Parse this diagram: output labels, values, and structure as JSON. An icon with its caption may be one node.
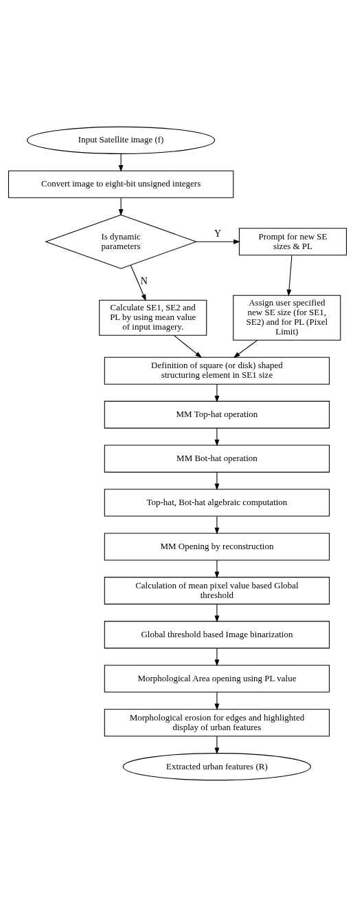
{
  "diagram": {
    "nodes": [
      {
        "text": [
          "Input Satellite image (f)"
        ]
      },
      {
        "text": [
          "Convert image to eight-bit unsigned integers"
        ]
      },
      {
        "text": [
          "Is dynamic parameters"
        ]
      },
      {
        "text": [
          "Prompt for new SE sizes & PL"
        ]
      },
      {
        "text": [
          "Calculate SE1, SE2 and PL by using mean value of input imagery."
        ]
      },
      {
        "text": [
          "Assign user specified new SE size (for SE1, SE2) and for PL (Pixel Limit)"
        ]
      },
      {
        "text": [
          "Definition of square (or disk) shaped structuring element in SE1 size"
        ]
      },
      {
        "text": [
          "MM Top-hat operation"
        ]
      },
      {
        "text": [
          "MM Bot-hat operation"
        ]
      },
      {
        "text": [
          "Top-hat, Bot-hat algebraic computation"
        ]
      },
      {
        "text": [
          "MM Opening by reconstruction"
        ]
      },
      {
        "text": [
          "Calculation of mean pixel value based Global threshold"
        ]
      },
      {
        "text": [
          "Global threshold based Image binarization"
        ]
      },
      {
        "text": [
          "Morphological Area opening using PL value"
        ]
      },
      {
        "text": [
          "Morphological erosion for edges and highlighted display of urban features"
        ]
      },
      {
        "text": [
          "Extracted urban features (R)"
        ]
      }
    ],
    "edges": [
      {
        "from": 0,
        "to": 1,
        "arrow": "to"
      },
      {
        "from": 1,
        "to": 2,
        "arrow": "to"
      },
      {
        "from": 2,
        "to": 3,
        "arrow": "to",
        "label": "Y"
      },
      {
        "from": 2,
        "to": 4,
        "arrow": "to",
        "label": "N"
      },
      {
        "from": 3,
        "to": 5,
        "arrow": "to"
      },
      {
        "from": 4,
        "to": 6,
        "arrow": "to"
      },
      {
        "from": 5,
        "to": 6,
        "arrow": "to"
      },
      {
        "from": 6,
        "to": 7,
        "arrow": "to"
      },
      {
        "from": 7,
        "to": 8,
        "arrow": "to"
      },
      {
        "from": 8,
        "to": 9,
        "arrow": "to"
      },
      {
        "from": 9,
        "to": 10,
        "arrow": "to"
      },
      {
        "from": 10,
        "to": 11,
        "arrow": "to"
      },
      {
        "from": 11,
        "to": 12,
        "arrow": "to"
      },
      {
        "from": 12,
        "to": 13,
        "arrow": "to"
      },
      {
        "from": 13,
        "to": 14,
        "arrow": "to"
      },
      {
        "from": 14,
        "to": 15,
        "arrow": "to"
      }
    ]
  }
}
